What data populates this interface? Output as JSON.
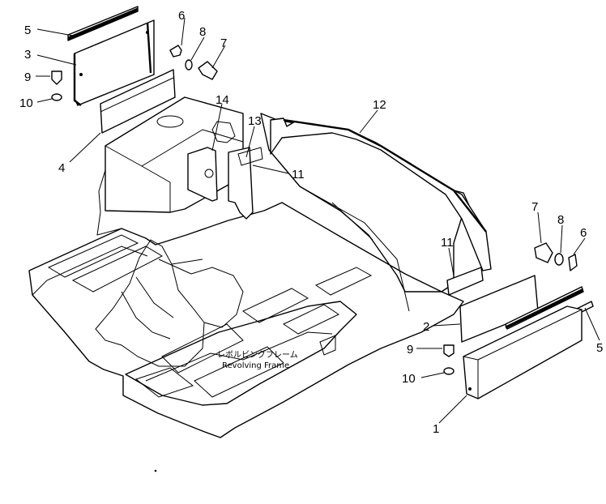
{
  "caption": {
    "japanese": "レボルビングフレーム",
    "english": "Revolving Frame"
  },
  "callouts": [
    {
      "id": "c5a",
      "label": "5"
    },
    {
      "id": "c3",
      "label": "3"
    },
    {
      "id": "c6a",
      "label": "6"
    },
    {
      "id": "c8a",
      "label": "8"
    },
    {
      "id": "c7a",
      "label": "7"
    },
    {
      "id": "c9a",
      "label": "9"
    },
    {
      "id": "c10a",
      "label": "10"
    },
    {
      "id": "c4",
      "label": "4"
    },
    {
      "id": "c14",
      "label": "14"
    },
    {
      "id": "c13",
      "label": "13"
    },
    {
      "id": "c12",
      "label": "12"
    },
    {
      "id": "c11a",
      "label": "11"
    },
    {
      "id": "c11b",
      "label": "11"
    },
    {
      "id": "c7b",
      "label": "7"
    },
    {
      "id": "c8b",
      "label": "8"
    },
    {
      "id": "c6b",
      "label": "6"
    },
    {
      "id": "c2",
      "label": "2"
    },
    {
      "id": "c9b",
      "label": "9"
    },
    {
      "id": "c10b",
      "label": "10"
    },
    {
      "id": "c5b",
      "label": "5"
    },
    {
      "id": "c1",
      "label": "1"
    }
  ]
}
